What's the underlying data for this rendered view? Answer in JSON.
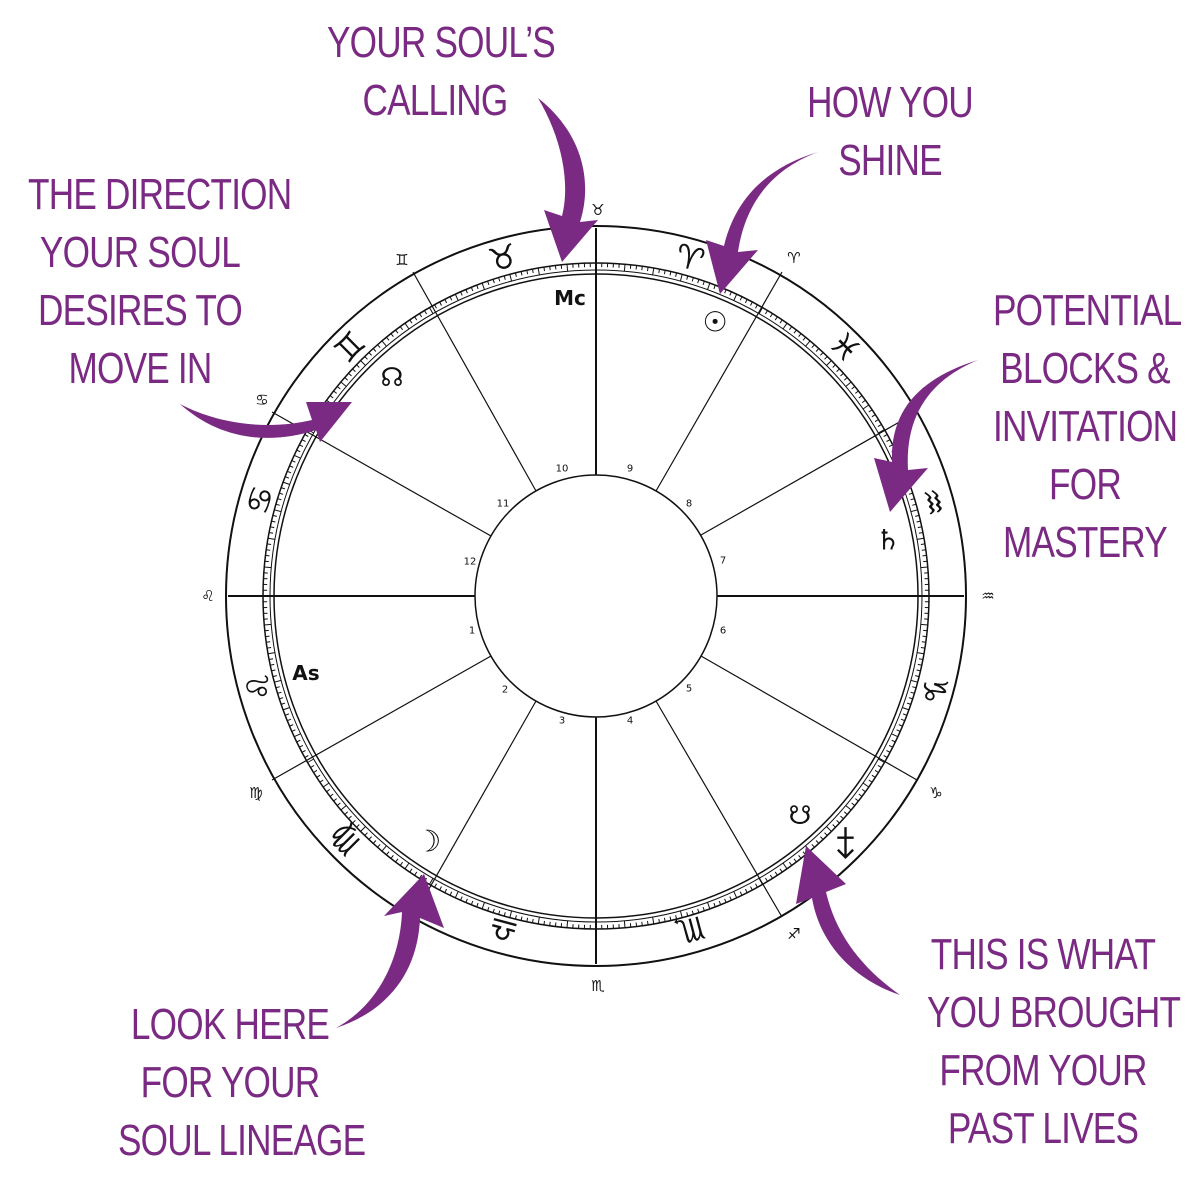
{
  "colors": {
    "accent": "#7b2a83",
    "line": "#111111",
    "background": "#ffffff"
  },
  "callouts": {
    "souls_calling": [
      "YOUR SOUL’S",
      "CALLING"
    ],
    "how_you_shine": [
      "HOW YOU",
      "SHINE"
    ],
    "direction": [
      "THE DIRECTION",
      "YOUR SOUL",
      "DESIRES TO",
      "MOVE IN"
    ],
    "potential_blocks": [
      "POTENTIAL",
      "BLOCKS &",
      "INVITATION",
      "FOR",
      "MASTERY"
    ],
    "soul_lineage": [
      "LOOK HERE",
      "FOR YOUR",
      "SOUL LINEAGE"
    ],
    "past_lives": [
      "THIS IS WHAT",
      "YOU BROUGHT",
      "FROM YOUR",
      "PAST LIVES"
    ]
  },
  "chart": {
    "house_numbers": [
      "1",
      "2",
      "3",
      "4",
      "5",
      "6",
      "7",
      "8",
      "9",
      "10",
      "11",
      "12"
    ],
    "cusp_signs": [
      {
        "glyph": "♉",
        "name": "taurus"
      },
      {
        "glyph": "♈",
        "name": "aries"
      },
      {
        "glyph": "♒",
        "name": "aquarius"
      },
      {
        "glyph": "♑",
        "name": "capricorn"
      },
      {
        "glyph": "♐",
        "name": "sagittarius"
      },
      {
        "glyph": "♏",
        "name": "scorpio"
      },
      {
        "glyph": "♍",
        "name": "virgo"
      },
      {
        "glyph": "♌",
        "name": "leo"
      },
      {
        "glyph": "♋",
        "name": "cancer"
      },
      {
        "glyph": "♊",
        "name": "gemini"
      }
    ],
    "ring_signs": [
      {
        "glyph": "♉",
        "name": "taurus"
      },
      {
        "glyph": "♈",
        "name": "aries"
      },
      {
        "glyph": "♓",
        "name": "pisces"
      },
      {
        "glyph": "♒",
        "name": "aquarius"
      },
      {
        "glyph": "♑",
        "name": "capricorn"
      },
      {
        "glyph": "♐",
        "name": "sagittarius"
      },
      {
        "glyph": "♏",
        "name": "scorpio"
      },
      {
        "glyph": "♎",
        "name": "libra"
      },
      {
        "glyph": "♍",
        "name": "virgo"
      },
      {
        "glyph": "♌",
        "name": "leo"
      },
      {
        "glyph": "♋",
        "name": "cancer"
      },
      {
        "glyph": "♊",
        "name": "gemini"
      }
    ],
    "points": [
      {
        "glyph": "Mc",
        "name": "midheaven"
      },
      {
        "glyph": "☉",
        "name": "sun"
      },
      {
        "glyph": "☊",
        "name": "north-node"
      },
      {
        "glyph": "♄",
        "name": "saturn"
      },
      {
        "glyph": "As",
        "name": "ascendant"
      },
      {
        "glyph": "☽",
        "name": "moon"
      },
      {
        "glyph": "☋",
        "name": "south-node"
      }
    ]
  }
}
